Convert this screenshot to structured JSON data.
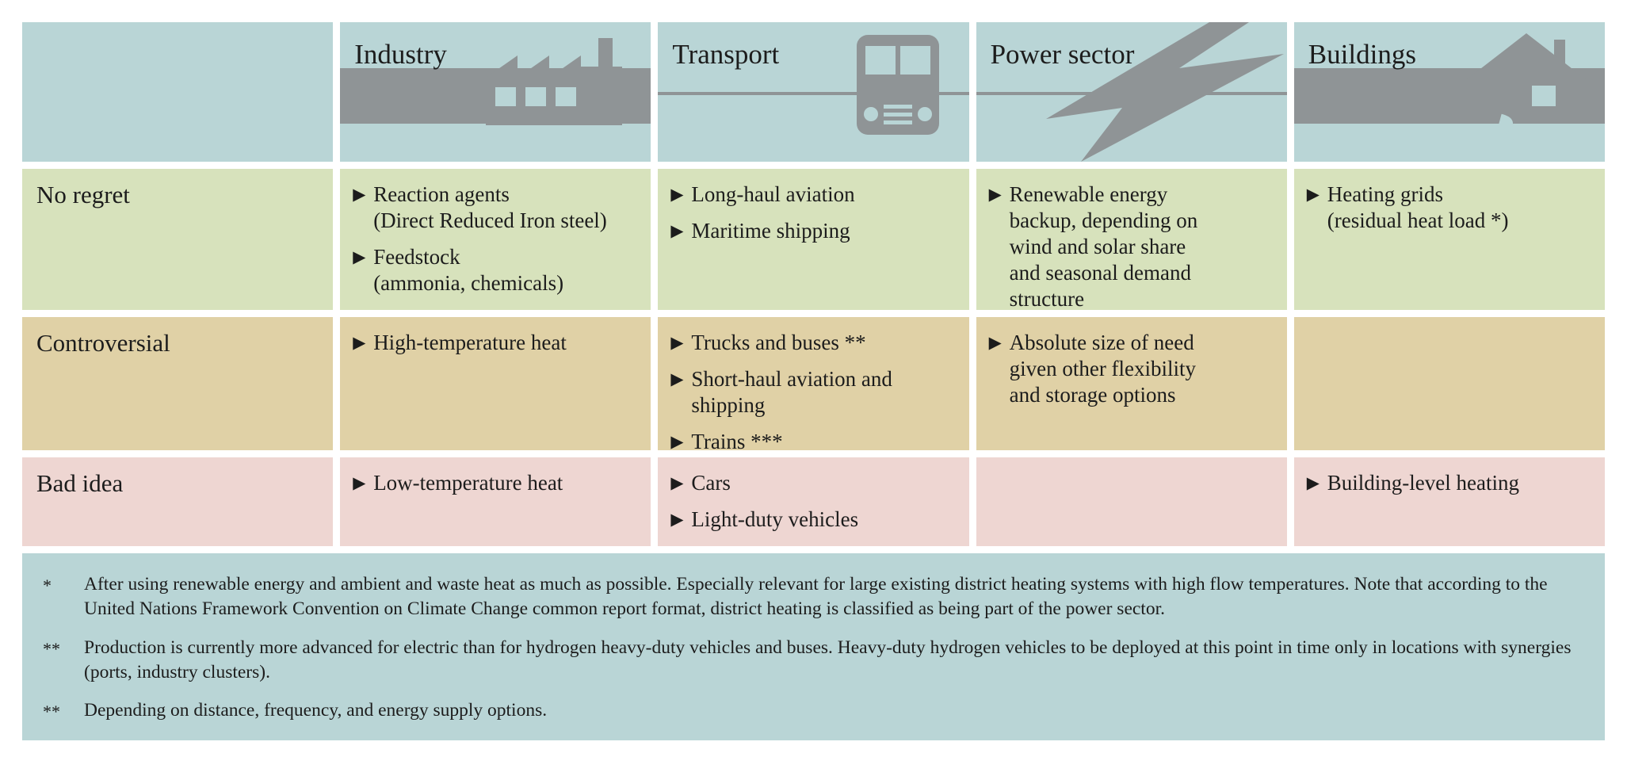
{
  "bullet_glyph": "▶",
  "colors": {
    "blue": "#b9d5d6",
    "green": "#d7e2bc",
    "tan": "#e0d1a6",
    "pink": "#eed6d2",
    "gray": "#8f9496",
    "text": "#1c1c1c"
  },
  "header": {
    "columns": [
      {
        "label": "Industry",
        "icon": "factory-icon"
      },
      {
        "label": "Transport",
        "icon": "bus-icon"
      },
      {
        "label": "Power sector",
        "icon": "lightning-bolt-icon"
      },
      {
        "label": "Buildings",
        "icon": "house-icon"
      }
    ]
  },
  "rows": [
    {
      "label": "No regret",
      "cells": {
        "industry": {
          "items": [
            "Reaction agents\n(Direct Reduced Iron steel)",
            "Feedstock\n(ammonia, chemicals)"
          ]
        },
        "transport": {
          "items": [
            "Long-haul aviation",
            "Maritime shipping"
          ]
        },
        "power": {
          "items": [
            "Renewable energy\nbackup, depending on\nwind and solar share\nand seasonal demand\nstructure"
          ]
        },
        "buildings": {
          "items": [
            "Heating grids\n(residual heat load *)"
          ]
        }
      }
    },
    {
      "label": "Controversial",
      "cells": {
        "industry": {
          "items": [
            "High-temperature heat"
          ]
        },
        "transport": {
          "items": [
            "Trucks and buses **",
            "Short-haul aviation and\nshipping",
            "Trains ***"
          ]
        },
        "power": {
          "items": [
            "Absolute size of need\ngiven other flexibility\nand storage options"
          ]
        },
        "buildings": {
          "items": []
        }
      }
    },
    {
      "label": "Bad idea",
      "cells": {
        "industry": {
          "items": [
            "Low-temperature heat"
          ]
        },
        "transport": {
          "items": [
            "Cars",
            "Light-duty vehicles"
          ]
        },
        "power": {
          "items": []
        },
        "buildings": {
          "items": [
            "Building-level heating"
          ]
        }
      }
    }
  ],
  "footnotes": [
    {
      "marker": "*",
      "text": "After using renewable energy and ambient and waste heat as much as possible. Especially relevant for large existing district heating systems with high flow temperatures. Note that according to the United Nations Framework Convention on Climate Change common report format, district heating is classified as being part of the power sector."
    },
    {
      "marker": "**",
      "text": "Production is currently more advanced for electric than for hydrogen heavy-duty vehicles and buses. Heavy-duty hydrogen vehicles to be deployed at this point in time only in locations with synergies (ports, industry clusters)."
    },
    {
      "marker": "**",
      "text": "Depending on distance, frequency, and energy supply options."
    }
  ]
}
